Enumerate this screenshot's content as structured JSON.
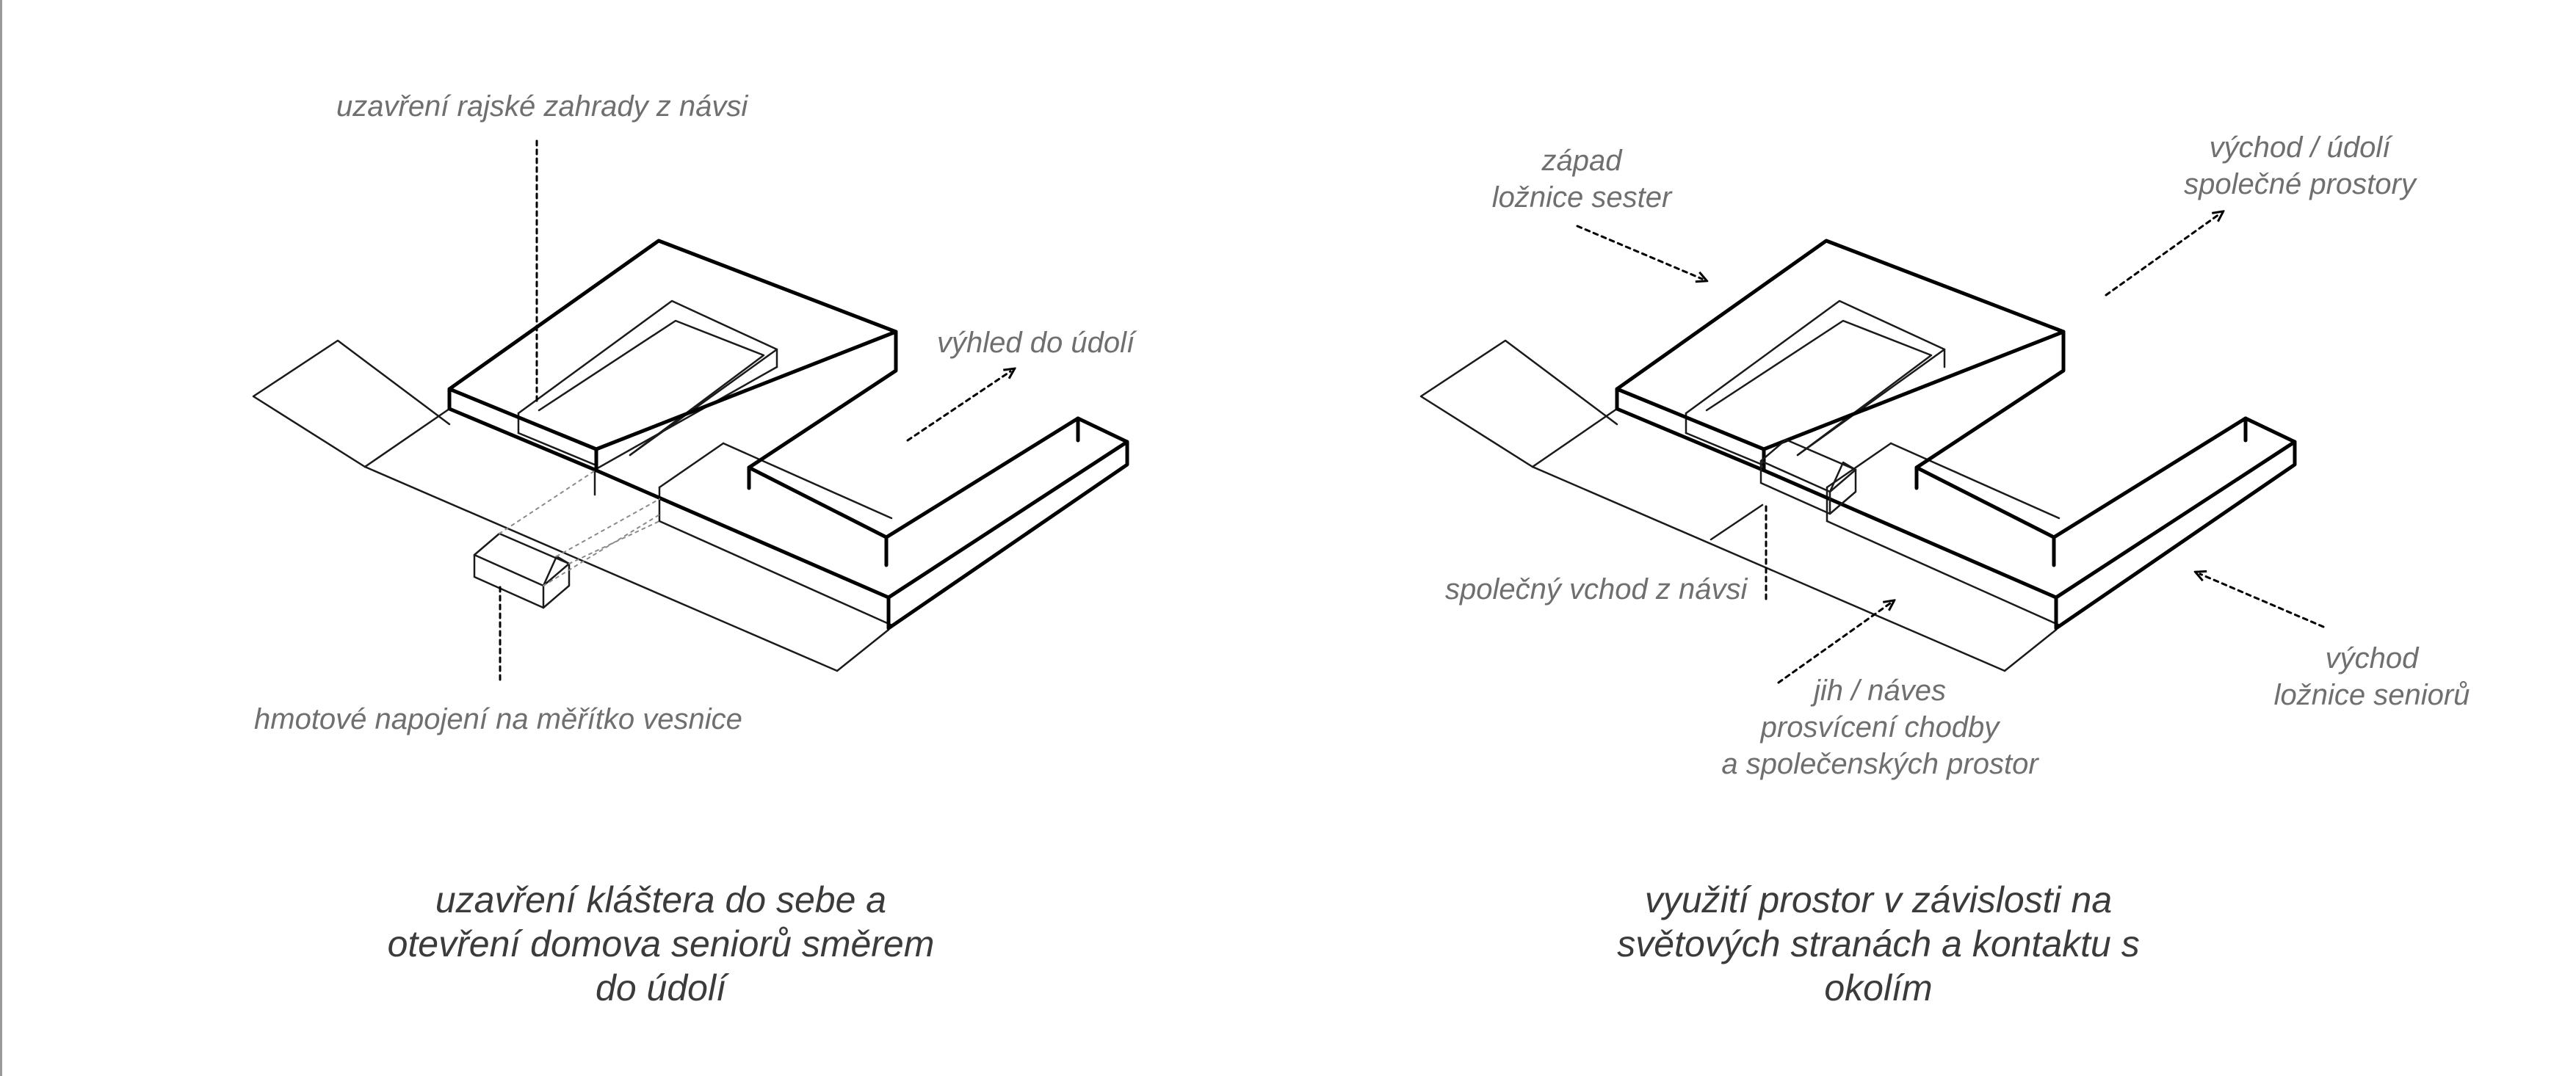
{
  "left_diagram": {
    "label_enclosure": "uzavření rajské zahrady z návsi",
    "label_view": "výhled do údolí",
    "label_scale": "hmotové napojení na měřítko vesnice",
    "caption": [
      "uzavření kláštera do sebe a",
      "otevření domova seniorů směrem",
      "do údolí"
    ]
  },
  "right_diagram": {
    "label_west": [
      "západ",
      "ložnice sester"
    ],
    "label_east_valley": [
      "východ / údolí",
      "společné prostory"
    ],
    "label_entrance": "společný vchod z návsi",
    "label_south": [
      "jih / náves",
      "prosvícení chodby",
      "a společenských prostor"
    ],
    "label_east_seniors": [
      "východ",
      "ložnice seniorů"
    ],
    "caption": [
      "využití prostor v závislosti na",
      "světových stranách a kontaktu s",
      "okolím"
    ]
  },
  "colors": {
    "thick_line": "#000000",
    "thin_line": "#1a1a1a",
    "label_text": "#6f6f6f",
    "caption_text": "#3b3b3b"
  }
}
